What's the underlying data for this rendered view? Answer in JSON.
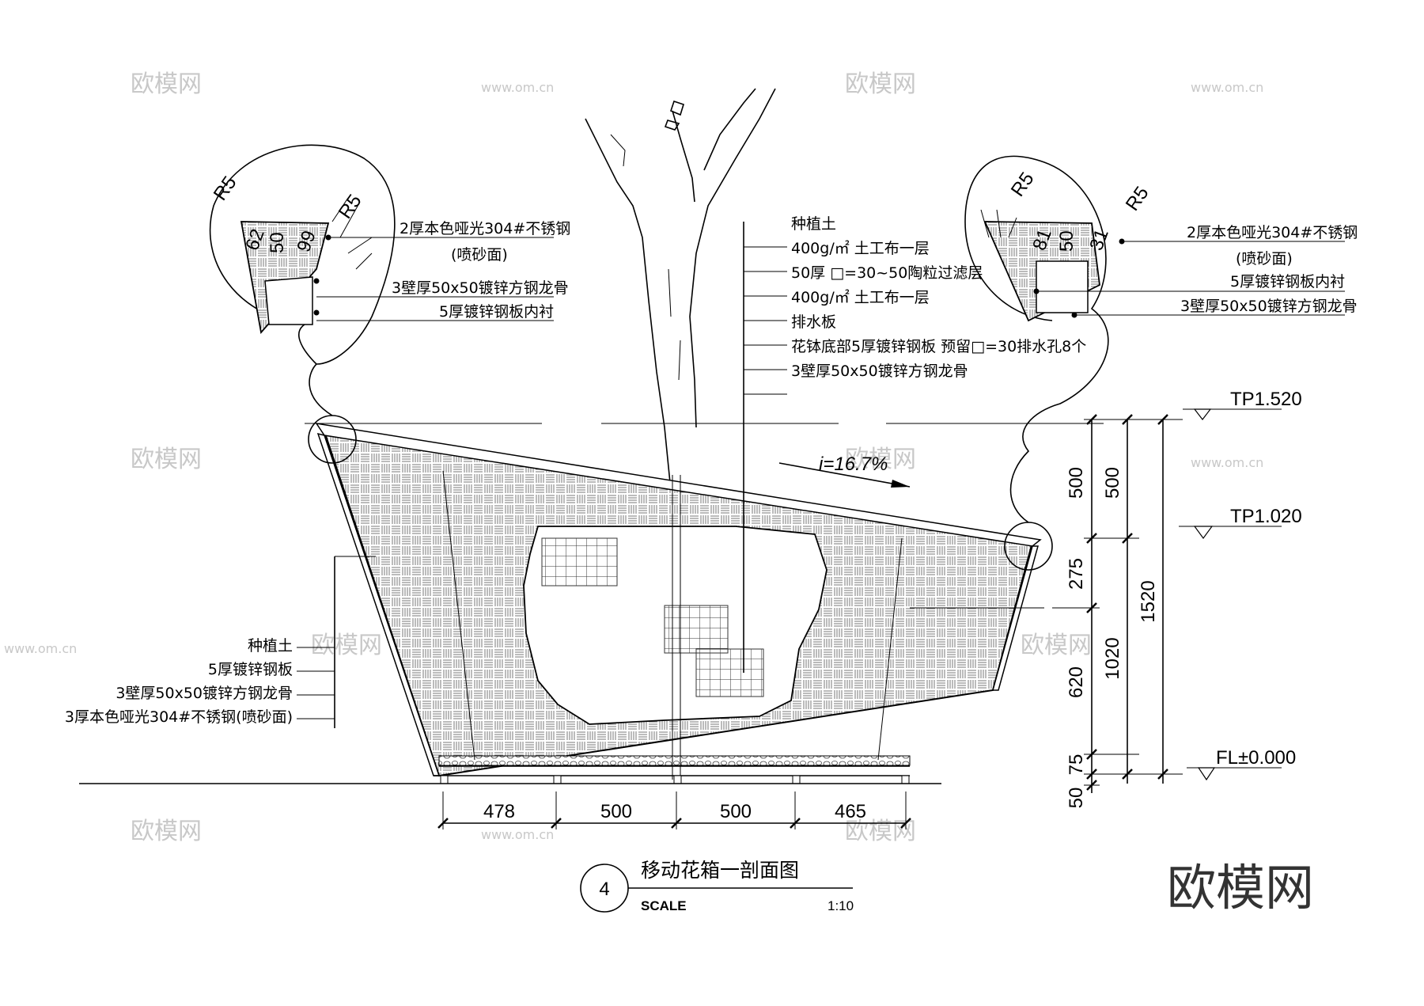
{
  "title": "移动花箱一剖面图",
  "number": "4",
  "scale_label": "SCALE",
  "scale_value": "1:10",
  "slope_label": "i=16.7%",
  "callouts_center": [
    "种植土",
    "400g/㎡ 土工布一层",
    "50厚 □=30~50陶粒过滤层",
    "400g/㎡ 土工布一层",
    "排水板",
    "花钵底部5厚镀锌钢板 预留□=30排水孔8个",
    "3壁厚50x50镀锌方钢龙骨"
  ],
  "callouts_left": [
    "种植土",
    "5厚镀锌钢板",
    "3壁厚50x50镀锌方钢龙骨",
    "3厚本色哑光304#不锈钢(喷砂面)"
  ],
  "detail_left": {
    "labels": [
      "2厚本色哑光304#不锈钢",
      "(喷砂面)",
      "3壁厚50x50镀锌方钢龙骨",
      "5厚镀锌钢板内衬"
    ],
    "r1": "R5",
    "r2": "R5",
    "d1": "62",
    "d2": "50",
    "d3": "99"
  },
  "detail_right": {
    "labels": [
      "2厚本色哑光304#不锈钢",
      "(喷砂面)",
      "5厚镀锌钢板内衬",
      "3壁厚50x50镀锌方钢龙骨"
    ],
    "r1": "R5",
    "r2": "R5",
    "d1": "81",
    "d2": "50",
    "d3": "31"
  },
  "levels": [
    "TP1.520",
    "TP1.020",
    "FL±0.000"
  ],
  "vdims_inner": [
    "500",
    "275",
    "620",
    "75",
    "50"
  ],
  "vdims_mid": [
    "500",
    "1020"
  ],
  "vdims_outer": [
    "1520"
  ],
  "hdims": [
    "478",
    "500",
    "500",
    "465"
  ],
  "watermark": "欧模网",
  "watermark_url": "www.om.cn"
}
